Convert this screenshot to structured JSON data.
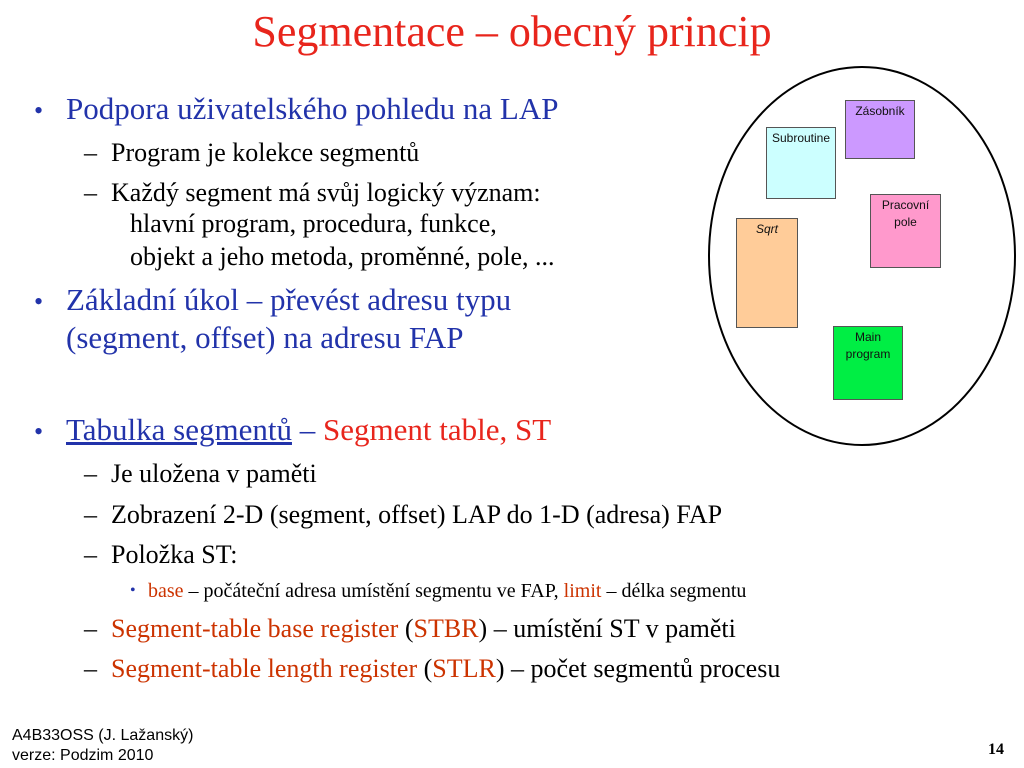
{
  "slide": {
    "title": "Segmentace – obecný princip",
    "bullet1": {
      "text": "Podpora uživatelského pohledu na LAP",
      "sub1": "Program je kolekce segmentů",
      "sub2_line1": "Každý segment má svůj logický význam:",
      "sub2_line2": "hlavní program, procedura, funkce,",
      "sub2_line3": "objekt a jeho metoda, proměnné, pole, ..."
    },
    "bullet2": {
      "line1": "Základní úkol – převést adresu typu",
      "line2": "(segment, offset) na adresu FAP"
    },
    "bullet3": {
      "link": "Tabulka segmentů",
      "sep": " – ",
      "term": "Segment table, ST",
      "sub1": "Je uložena v paměti",
      "sub2": "Zobrazení 2-D (segment, offset) LAP do 1-D (adresa) FAP",
      "sub3": "Položka ST:",
      "item_base": "base",
      "item_base_desc": " – počáteční adresa umístění segmentu ve FAP, ",
      "item_limit": "limit",
      "item_limit_desc": " – délka segmentu",
      "stbr_name": "Segment-table base register",
      "stbr_open": " (",
      "stbr_abbr": "STBR",
      "stbr_desc": ") – umístění ST v paměti",
      "stlr_name": "Segment-table length register",
      "stlr_open": " (",
      "stlr_abbr": "STLR",
      "stlr_desc": ") – počet segmentů procesu"
    },
    "symbols": {
      "bullet": "•",
      "dash": "–"
    }
  },
  "diagram": {
    "segments": {
      "zasobnik": "Zásobník",
      "subroutine": "Subroutine",
      "pracovni_line1": "Pracovní",
      "pracovni_line2": "pole",
      "sqrt": "Sqrt",
      "main_line1": "Main",
      "main_line2": "program"
    },
    "colors": {
      "zasobnik": "#cc99ff",
      "subroutine": "#ccffff",
      "pracovni": "#ff99cc",
      "sqrt": "#ffcc99",
      "main": "#00ee44"
    }
  },
  "footer": {
    "line1": "A4B33OSS (J. Lažanský)",
    "line2": "verze: Podzim 2010",
    "page": "14"
  }
}
